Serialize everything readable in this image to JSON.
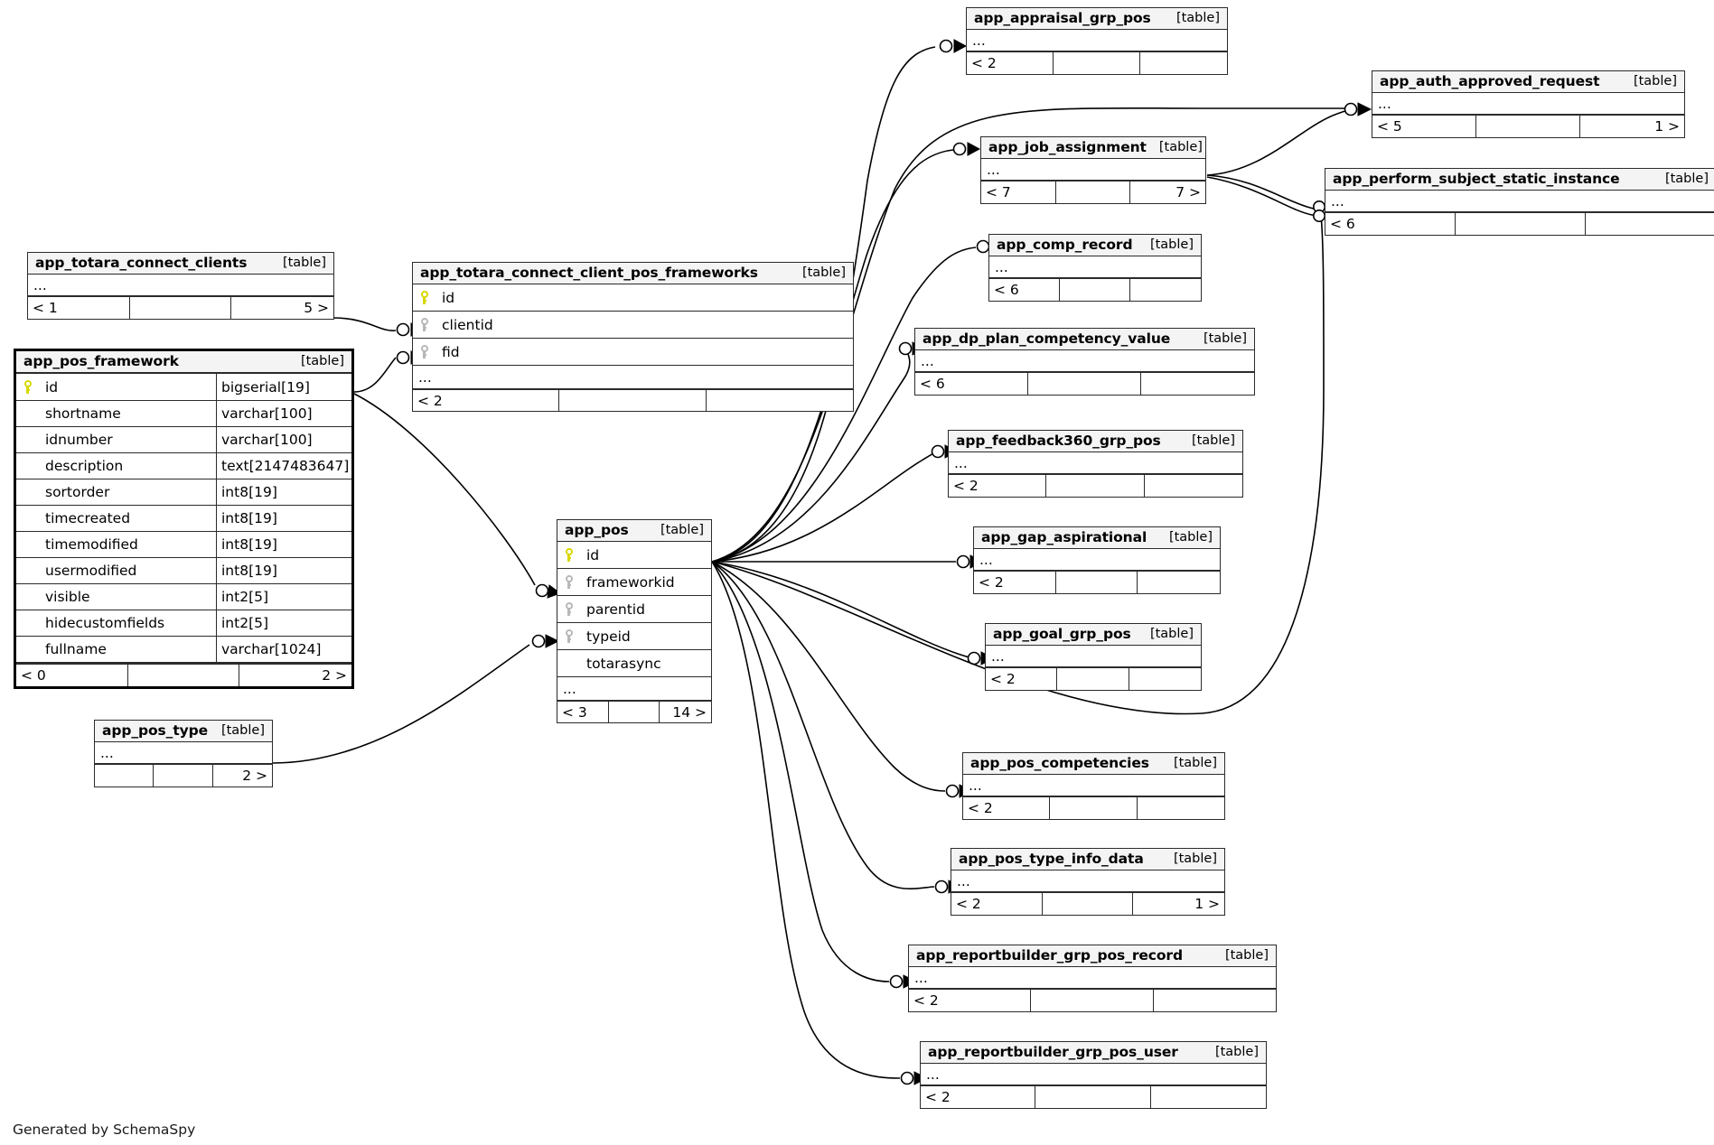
{
  "diagram": {
    "kind": "entity-relationship-diagram",
    "generator_credit": "Generated by SchemaSpy",
    "table_kind_label": "[table]",
    "ellipsis": "...",
    "colors": {
      "primary_key": "#d8d800",
      "foreign_key": "#b8b8b8",
      "header_background": "#f4f4f4",
      "border": "#2b2b2b",
      "background": "#ffffff"
    }
  },
  "tables": [
    {
      "id": "app_appraisal_grp_pos",
      "name": "app_appraisal_grp_pos",
      "kind": "[table]",
      "columns": [
        {
          "key": "none",
          "name": "...",
          "type": ""
        }
      ],
      "footer": {
        "left": "< 2",
        "middle": "",
        "right": ""
      }
    },
    {
      "id": "app_auth_approved_request",
      "name": "app_auth_approved_request",
      "kind": "[table]",
      "columns": [
        {
          "key": "none",
          "name": "...",
          "type": ""
        }
      ],
      "footer": {
        "left": "< 5",
        "middle": "",
        "right": "1 >"
      }
    },
    {
      "id": "app_job_assignment",
      "name": "app_job_assignment",
      "kind": "[table]",
      "columns": [
        {
          "key": "none",
          "name": "...",
          "type": ""
        }
      ],
      "footer": {
        "left": "< 7",
        "middle": "",
        "right": "7 >"
      }
    },
    {
      "id": "app_perform_subject_static_instance",
      "name": "app_perform_subject_static_instance",
      "kind": "[table]",
      "columns": [
        {
          "key": "none",
          "name": "...",
          "type": ""
        }
      ],
      "footer": {
        "left": "< 6",
        "middle": "",
        "right": ""
      }
    },
    {
      "id": "app_comp_record",
      "name": "app_comp_record",
      "kind": "[table]",
      "columns": [
        {
          "key": "none",
          "name": "...",
          "type": ""
        }
      ],
      "footer": {
        "left": "< 6",
        "middle": "",
        "right": ""
      }
    },
    {
      "id": "app_dp_plan_competency_value",
      "name": "app_dp_plan_competency_value",
      "kind": "[table]",
      "columns": [
        {
          "key": "none",
          "name": "...",
          "type": ""
        }
      ],
      "footer": {
        "left": "< 6",
        "middle": "",
        "right": ""
      }
    },
    {
      "id": "app_feedback360_grp_pos",
      "name": "app_feedback360_grp_pos",
      "kind": "[table]",
      "columns": [
        {
          "key": "none",
          "name": "...",
          "type": ""
        }
      ],
      "footer": {
        "left": "< 2",
        "middle": "",
        "right": ""
      }
    },
    {
      "id": "app_gap_aspirational",
      "name": "app_gap_aspirational",
      "kind": "[table]",
      "columns": [
        {
          "key": "none",
          "name": "...",
          "type": ""
        }
      ],
      "footer": {
        "left": "< 2",
        "middle": "",
        "right": ""
      }
    },
    {
      "id": "app_goal_grp_pos",
      "name": "app_goal_grp_pos",
      "kind": "[table]",
      "columns": [
        {
          "key": "none",
          "name": "...",
          "type": ""
        }
      ],
      "footer": {
        "left": "< 2",
        "middle": "",
        "right": ""
      }
    },
    {
      "id": "app_pos_competencies",
      "name": "app_pos_competencies",
      "kind": "[table]",
      "columns": [
        {
          "key": "none",
          "name": "...",
          "type": ""
        }
      ],
      "footer": {
        "left": "< 2",
        "middle": "",
        "right": ""
      }
    },
    {
      "id": "app_pos_type_info_data",
      "name": "app_pos_type_info_data",
      "kind": "[table]",
      "columns": [
        {
          "key": "none",
          "name": "...",
          "type": ""
        }
      ],
      "footer": {
        "left": "< 2",
        "middle": "",
        "right": "1 >"
      }
    },
    {
      "id": "app_reportbuilder_grp_pos_record",
      "name": "app_reportbuilder_grp_pos_record",
      "kind": "[table]",
      "columns": [
        {
          "key": "none",
          "name": "...",
          "type": ""
        }
      ],
      "footer": {
        "left": "< 2",
        "middle": "",
        "right": ""
      }
    },
    {
      "id": "app_reportbuilder_grp_pos_user",
      "name": "app_reportbuilder_grp_pos_user",
      "kind": "[table]",
      "columns": [
        {
          "key": "none",
          "name": "...",
          "type": ""
        }
      ],
      "footer": {
        "left": "< 2",
        "middle": "",
        "right": ""
      }
    },
    {
      "id": "app_totara_connect_clients",
      "name": "app_totara_connect_clients",
      "kind": "[table]",
      "columns": [
        {
          "key": "none",
          "name": "...",
          "type": ""
        }
      ],
      "footer": {
        "left": "< 1",
        "middle": "",
        "right": "5 >"
      }
    },
    {
      "id": "app_totara_connect_client_pos_frameworks",
      "name": "app_totara_connect_client_pos_frameworks",
      "kind": "[table]",
      "columns": [
        {
          "key": "pk",
          "name": "id",
          "type": ""
        },
        {
          "key": "fk",
          "name": "clientid",
          "type": ""
        },
        {
          "key": "fk",
          "name": "fid",
          "type": ""
        },
        {
          "key": "none",
          "name": "...",
          "type": ""
        }
      ],
      "footer": {
        "left": "< 2",
        "middle": "",
        "right": ""
      }
    },
    {
      "id": "app_pos_framework",
      "name": "app_pos_framework",
      "kind": "[table]",
      "columns": [
        {
          "key": "pk",
          "name": "id",
          "type": "bigserial[19]"
        },
        {
          "key": "none",
          "name": "shortname",
          "type": "varchar[100]"
        },
        {
          "key": "none",
          "name": "idnumber",
          "type": "varchar[100]"
        },
        {
          "key": "none",
          "name": "description",
          "type": "text[2147483647]"
        },
        {
          "key": "none",
          "name": "sortorder",
          "type": "int8[19]"
        },
        {
          "key": "none",
          "name": "timecreated",
          "type": "int8[19]"
        },
        {
          "key": "none",
          "name": "timemodified",
          "type": "int8[19]"
        },
        {
          "key": "none",
          "name": "usermodified",
          "type": "int8[19]"
        },
        {
          "key": "none",
          "name": "visible",
          "type": "int2[5]"
        },
        {
          "key": "none",
          "name": "hidecustomfields",
          "type": "int2[5]"
        },
        {
          "key": "none",
          "name": "fullname",
          "type": "varchar[1024]"
        }
      ],
      "footer": {
        "left": "< 0",
        "middle": "",
        "right": "2 >"
      }
    },
    {
      "id": "app_pos_type",
      "name": "app_pos_type",
      "kind": "[table]",
      "columns": [
        {
          "key": "none",
          "name": "...",
          "type": ""
        }
      ],
      "footer": {
        "left": "",
        "middle": "",
        "right": "2 >"
      }
    },
    {
      "id": "app_pos",
      "name": "app_pos",
      "kind": "[table]",
      "columns": [
        {
          "key": "pk",
          "name": "id",
          "type": ""
        },
        {
          "key": "fk",
          "name": "frameworkid",
          "type": ""
        },
        {
          "key": "fk",
          "name": "parentid",
          "type": ""
        },
        {
          "key": "fk",
          "name": "typeid",
          "type": ""
        },
        {
          "key": "none",
          "name": "totarasync",
          "type": ""
        },
        {
          "key": "none",
          "name": "...",
          "type": ""
        }
      ],
      "footer": {
        "left": "< 3",
        "middle": "",
        "right": "14 >"
      }
    }
  ],
  "relationships": [
    {
      "from": "app_pos",
      "to": "app_appraisal_grp_pos"
    },
    {
      "from": "app_pos",
      "to": "app_auth_approved_request"
    },
    {
      "from": "app_pos",
      "to": "app_job_assignment"
    },
    {
      "from": "app_pos",
      "to": "app_comp_record"
    },
    {
      "from": "app_pos",
      "to": "app_dp_plan_competency_value"
    },
    {
      "from": "app_pos",
      "to": "app_feedback360_grp_pos"
    },
    {
      "from": "app_pos",
      "to": "app_gap_aspirational"
    },
    {
      "from": "app_pos",
      "to": "app_goal_grp_pos"
    },
    {
      "from": "app_pos",
      "to": "app_pos_competencies"
    },
    {
      "from": "app_pos",
      "to": "app_pos_type_info_data"
    },
    {
      "from": "app_pos",
      "to": "app_reportbuilder_grp_pos_record"
    },
    {
      "from": "app_pos",
      "to": "app_reportbuilder_grp_pos_user"
    },
    {
      "from": "app_pos",
      "to": "app_perform_subject_static_instance"
    },
    {
      "from": "app_job_assignment",
      "to": "app_auth_approved_request"
    },
    {
      "from": "app_job_assignment",
      "to": "app_perform_subject_static_instance"
    },
    {
      "from": "app_totara_connect_clients",
      "to": "app_totara_connect_client_pos_frameworks"
    },
    {
      "from": "app_pos_framework",
      "to": "app_totara_connect_client_pos_frameworks"
    },
    {
      "from": "app_pos_framework",
      "to": "app_pos"
    },
    {
      "from": "app_pos_type",
      "to": "app_pos"
    }
  ]
}
